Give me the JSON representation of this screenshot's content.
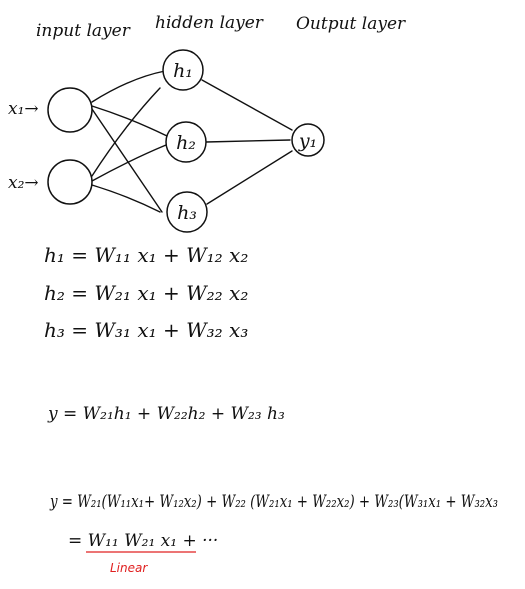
{
  "layers": {
    "input_label": "input layer",
    "hidden_label": "hidden layer",
    "output_label": "Output layer"
  },
  "inputs": [
    {
      "label": "x₁→"
    },
    {
      "label": "x₂→"
    }
  ],
  "hidden": [
    {
      "label": "h₁"
    },
    {
      "label": "h₂"
    },
    {
      "label": "h₃"
    }
  ],
  "output": {
    "label": "y₁"
  },
  "equations": {
    "h1": "h₁ = W₁₁ x₁ + W₁₂ x₂",
    "h2": "h₂ = W₂₁ x₁ + W₂₂ x₂",
    "h3": "h₃ = W₃₁ x₁ + W₃₂ x₃",
    "y": "y = W₂₁h₁ + W₂₂h₂ + W₂₃ h₃",
    "y_expanded": "y = W₂₁(W₁₁x₁+ W₁₂x₂) + W₂₂ (W₂₁x₁ + W₂₂x₂) + W₂₃(W₃₁x₁ + W₃₂x₃",
    "result": "= W₁₁ W₂₁ x₁ + ···"
  },
  "annotation": {
    "text": "Linear",
    "color": "#e02020"
  },
  "colors": {
    "ink": "#111111",
    "annotation": "#e02020"
  }
}
